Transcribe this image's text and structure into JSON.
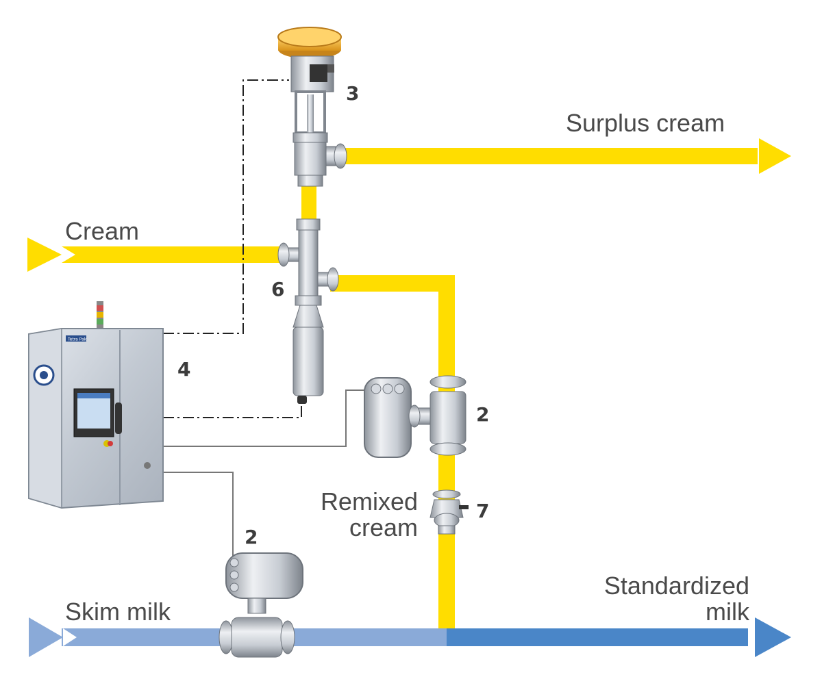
{
  "labels": {
    "surplus_cream": "Surplus cream",
    "cream": "Cream",
    "remixed_line1": "Remixed",
    "remixed_line2": "cream",
    "skim_milk": "Skim milk",
    "standardized_line1": "Standardized",
    "standardized_line2": "milk"
  },
  "numbers": {
    "control_valve": "3",
    "transmitter": "6",
    "control_cabinet": "4",
    "cream_flowmeter": "2",
    "check_valve": "7",
    "skim_flowmeter": "2"
  },
  "cabinet_brand": "Tetra Pak",
  "colors": {
    "cream_line": "#ffdd00",
    "skim_milk_line": "#8aaad8",
    "standardized_milk_line": "#4a86c8",
    "steel": "#c8ccd2",
    "actuator": "#f2b52e",
    "signal_line": "#222222"
  },
  "icons": [
    "control-valve-icon",
    "transmitter-icon",
    "control-cabinet-icon",
    "flowmeter-icon",
    "check-valve-icon"
  ]
}
